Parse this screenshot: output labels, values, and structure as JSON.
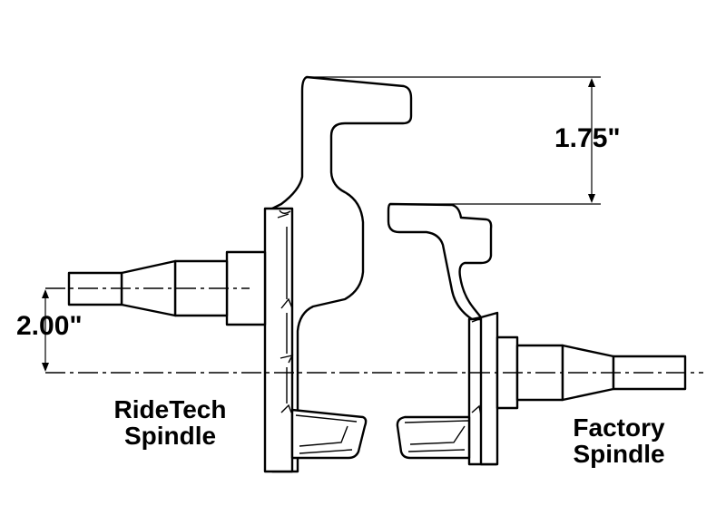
{
  "dimensions": {
    "height_diff": "1.75\"",
    "axle_offset": "2.00\""
  },
  "labels": {
    "left_line1": "RideTech",
    "left_line2": "Spindle",
    "right_line1": "Factory",
    "right_line2": "Spindle"
  },
  "colors": {
    "line": "#000000",
    "background": "#ffffff"
  }
}
